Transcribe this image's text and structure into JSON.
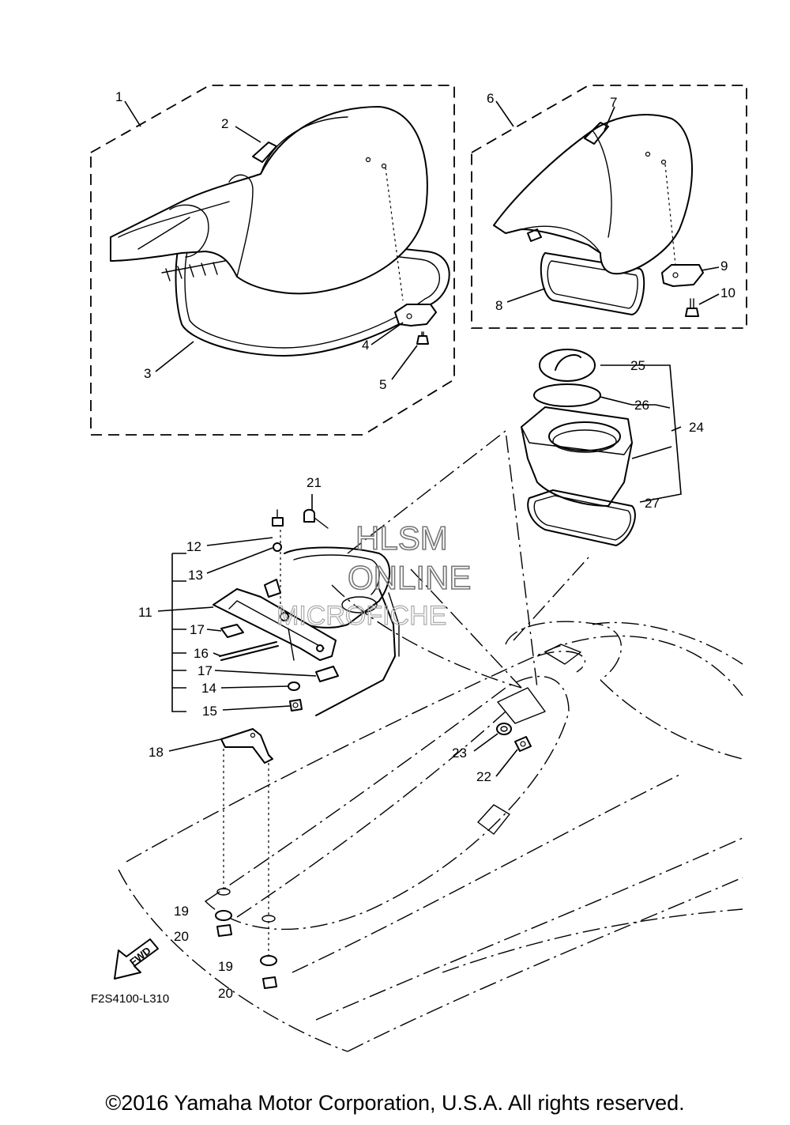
{
  "callouts": {
    "c1": "1",
    "c2": "2",
    "c3": "3",
    "c4": "4",
    "c5": "5",
    "c6": "6",
    "c7": "7",
    "c8": "8",
    "c9": "9",
    "c10": "10",
    "c11": "11",
    "c12": "12",
    "c13": "13",
    "c14": "14",
    "c15": "15",
    "c16": "16",
    "c17a": "17",
    "c17b": "17",
    "c18": "18",
    "c19a": "19",
    "c19b": "19",
    "c20a": "20",
    "c20b": "20",
    "c21": "21",
    "c22": "22",
    "c23": "23",
    "c24": "24",
    "c25": "25",
    "c26": "26",
    "c27": "27"
  },
  "watermark": {
    "line1": "HLSM",
    "line2": "ONLINE",
    "line3": "MICROFICHE"
  },
  "fwd_label": "FWD",
  "diagram_code": "F2S4100-L310",
  "copyright": "©2016 Yamaha Motor Corporation, U.S.A. All rights reserved."
}
